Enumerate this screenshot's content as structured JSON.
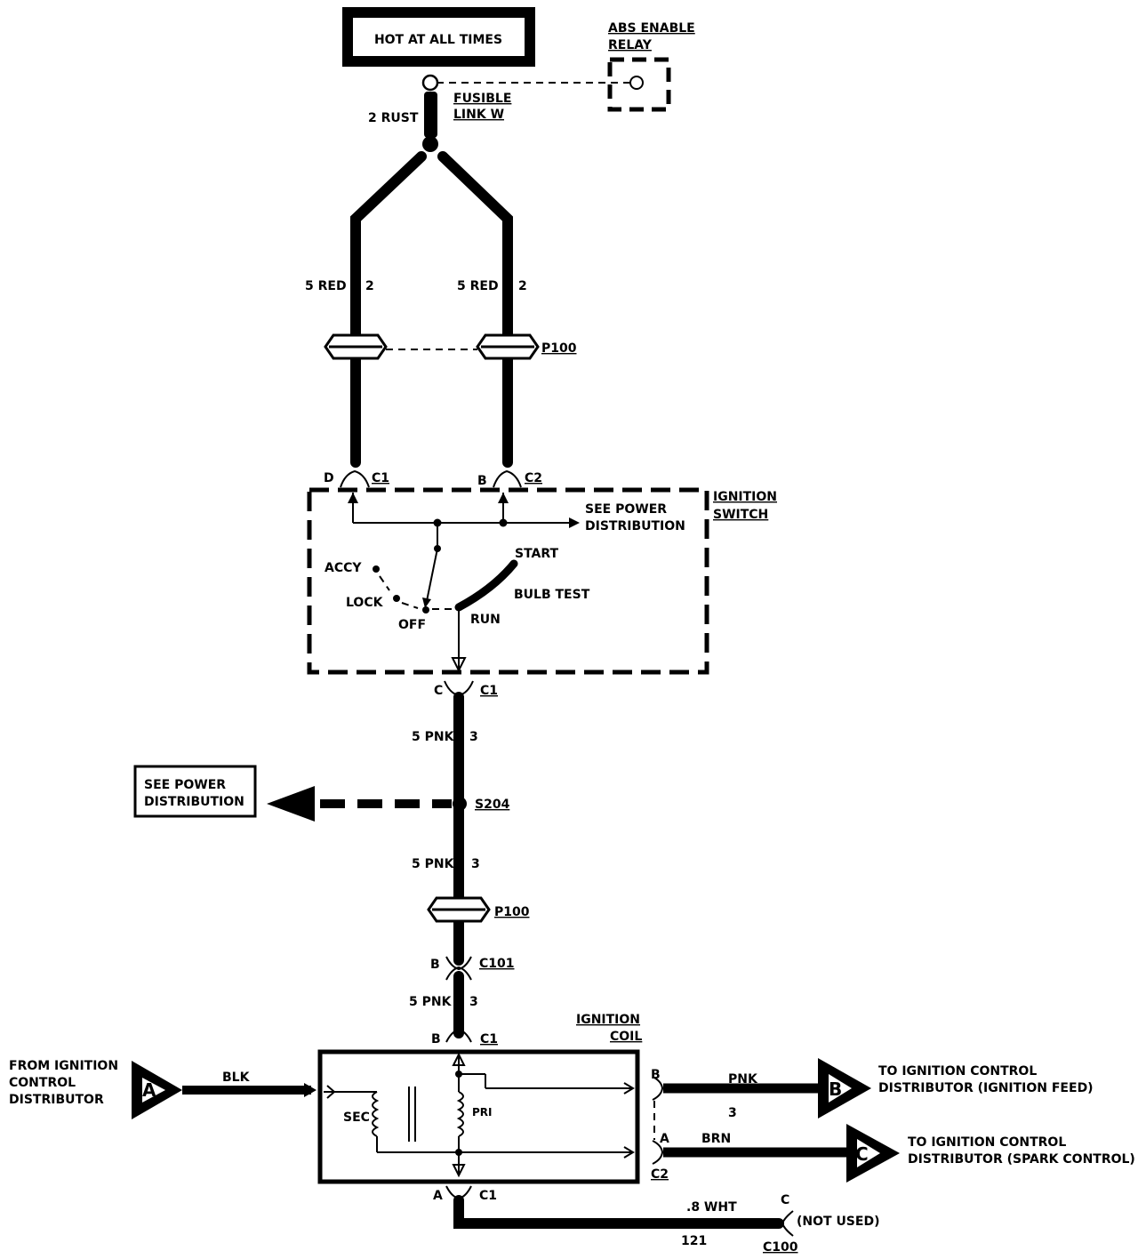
{
  "power_source": {
    "label": "HOT AT ALL TIMES"
  },
  "abs_relay": {
    "line1": "ABS ENABLE",
    "line2": "RELAY"
  },
  "fusible_link": {
    "wire": "2 RUST",
    "line1": "FUSIBLE",
    "line2": "LINK W"
  },
  "feed_wires": {
    "left_gauge": "5 RED",
    "left_circuit": "2",
    "right_gauge": "5 RED",
    "right_circuit": "2"
  },
  "connectors": {
    "p100_upper": "P100",
    "p100_lower": "P100",
    "s204": "S204",
    "c101": "C101",
    "c100": "C100"
  },
  "ignition_switch": {
    "title_line1": "IGNITION",
    "title_line2": "SWITCH",
    "pin_d": "D",
    "pin_d_conn": "C1",
    "pin_b": "B",
    "pin_b_conn": "C2",
    "see_power_line1": "SEE POWER",
    "see_power_line2": "DISTRIBUTION",
    "positions": {
      "accy": "ACCY",
      "lock": "LOCK",
      "off": "OFF",
      "run": "RUN",
      "start": "START",
      "bulb_test": "BULB TEST"
    },
    "out_pin": "C",
    "out_conn": "C1"
  },
  "pnk_wires": {
    "seg1_gauge": "5 PNK",
    "seg1_circuit": "3",
    "seg2_gauge": "5 PNK",
    "seg2_circuit": "3",
    "seg3_gauge": "5 PNK",
    "seg3_circuit": "3"
  },
  "splice_ref": {
    "line1": "SEE POWER",
    "line2": "DISTRIBUTION"
  },
  "c101_pin": "B",
  "ignition_coil": {
    "title_line1": "IGNITION",
    "title_line2": "COIL",
    "top_pin": "B",
    "top_conn": "C1",
    "bottom_pin": "A",
    "bottom_conn": "C1",
    "sec_label": "SEC",
    "pri_label": "PRI",
    "right_pin_b": "B",
    "right_pin_a": "A",
    "right_conn": "C2"
  },
  "input_a": {
    "letter": "A",
    "line1": "FROM IGNITION",
    "line2": "CONTROL",
    "line3": "DISTRIBUTOR",
    "wire": "BLK"
  },
  "output_b": {
    "letter": "B",
    "wire": "PNK",
    "circuit": "3",
    "line1": "TO IGNITION CONTROL",
    "line2": "DISTRIBUTOR (IGNITION FEED)"
  },
  "output_c": {
    "letter": "C",
    "wire": "BRN",
    "line1": "TO IGNITION CONTROL",
    "line2": "DISTRIBUTOR (SPARK CONTROL)"
  },
  "ground_wire": {
    "gauge": ".8 WHT",
    "circuit": "121",
    "pin": "C",
    "note": "(NOT USED)"
  }
}
